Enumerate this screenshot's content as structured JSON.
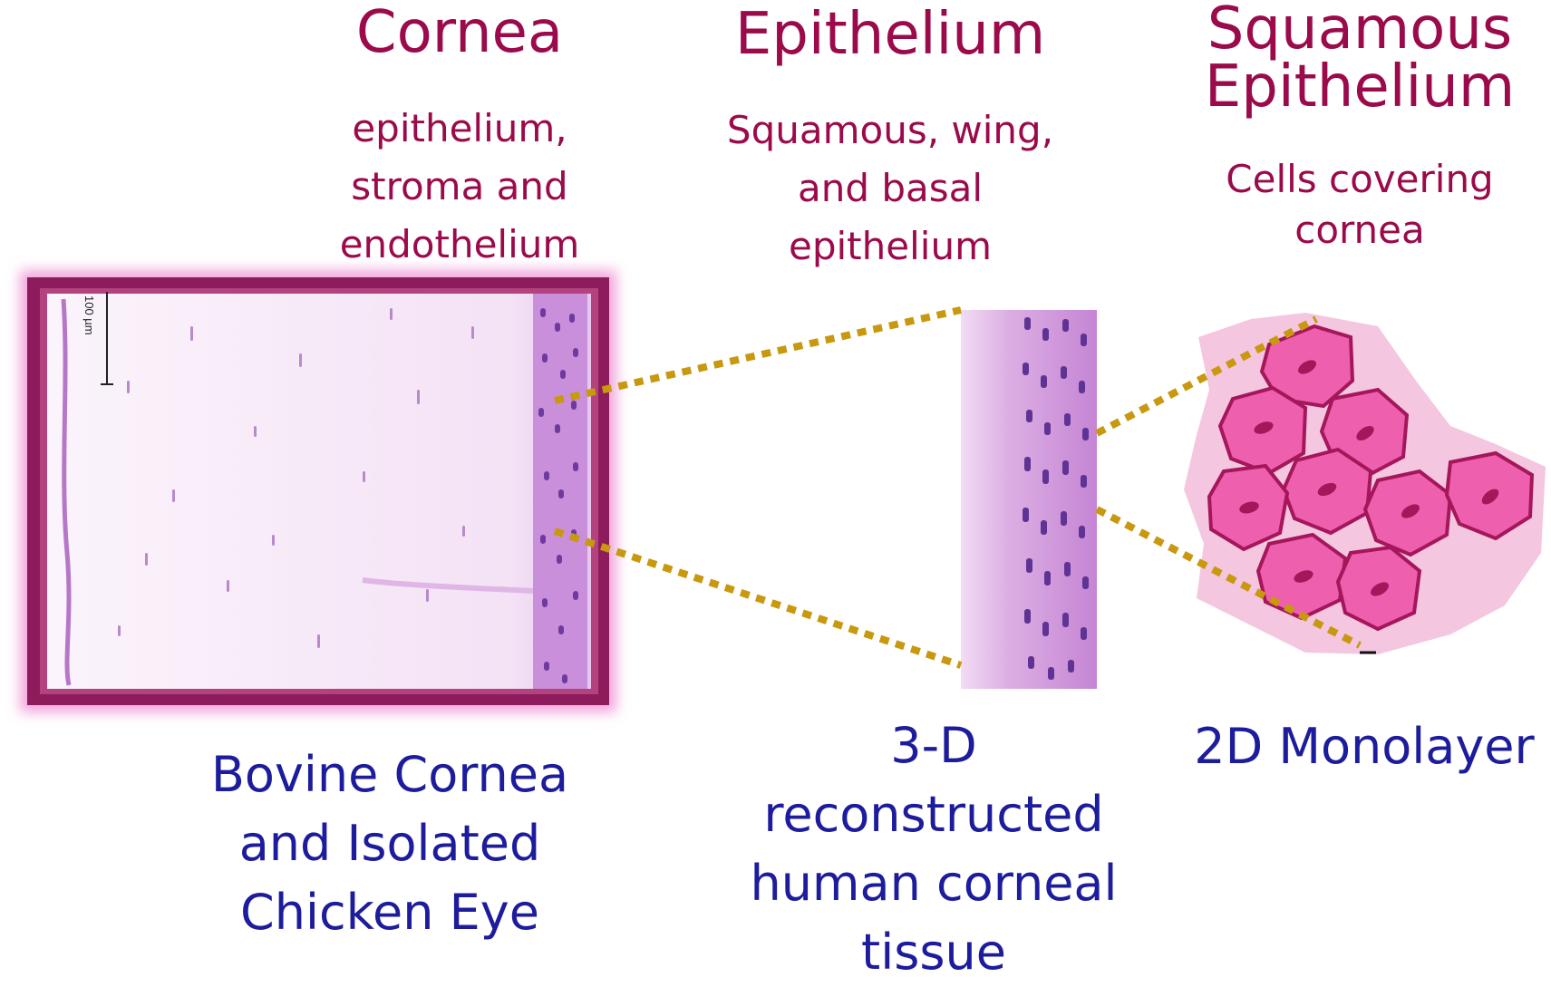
{
  "columns": {
    "cornea": {
      "title": "Cornea",
      "subtitle_lines": [
        "epithelium,",
        "stroma and",
        "endothelium"
      ],
      "caption_lines": [
        "Bovine Cornea",
        "and Isolated",
        "Chicken Eye"
      ]
    },
    "epithelium": {
      "title": "Epithelium",
      "subtitle_lines": [
        "Squamous, wing,",
        "and basal",
        "epithelium"
      ],
      "caption_lines": [
        "3-D",
        "reconstructed",
        "human corneal",
        "tissue"
      ]
    },
    "squamous": {
      "title_lines": [
        "Squamous",
        "Epithelium"
      ],
      "subtitle_lines": [
        "Cells covering",
        "cornea"
      ],
      "caption_lines": [
        "2D Monolayer"
      ]
    }
  },
  "scale_bar_label": "100 µm",
  "colors": {
    "heading": "#9b0a4a",
    "caption": "#1c1c9c",
    "frame": "#8e1b5c",
    "connector": "#c8980f",
    "tissue": "#d98ee0",
    "cell": "#ee5fae"
  }
}
